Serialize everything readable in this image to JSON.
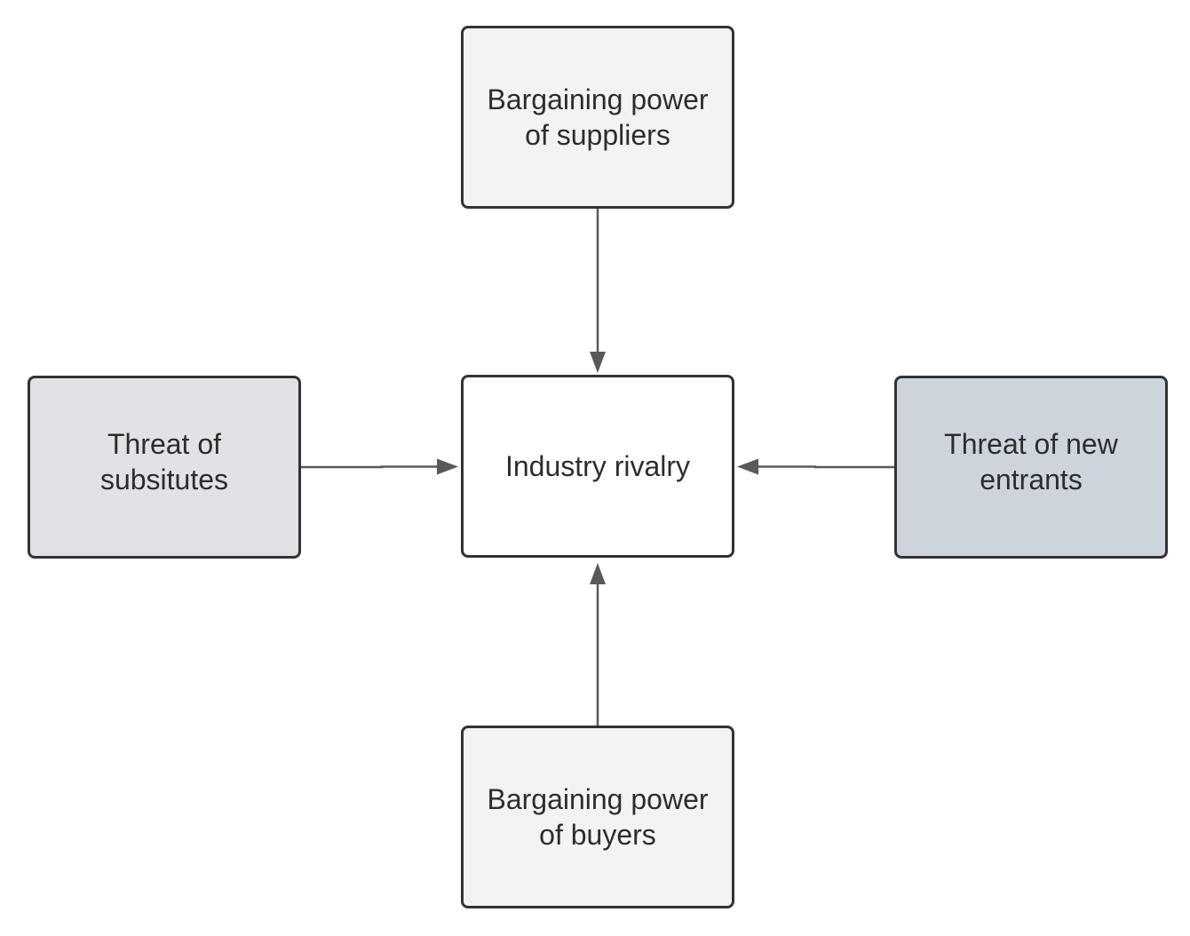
{
  "diagram": {
    "center": {
      "label": "Industry rivalry",
      "fill": "#ffffff"
    },
    "forces": {
      "suppliers": {
        "label": "Bargaining power\nof suppliers",
        "fill": "#f2f3f5"
      },
      "substitutes": {
        "label": "Threat of\nsubsitutes",
        "fill": "#e0e2e6"
      },
      "entrants": {
        "label": "Threat of new\nentrants",
        "fill": "#ced4dc"
      },
      "buyers": {
        "label": "Bargaining power\nof buyers",
        "fill": "#f2f3f5"
      }
    },
    "edges": [
      {
        "from": "suppliers",
        "to": "center"
      },
      {
        "from": "substitutes",
        "to": "center"
      },
      {
        "from": "entrants",
        "to": "center"
      },
      {
        "from": "buyers",
        "to": "center"
      }
    ],
    "colors": {
      "border": "#333333",
      "connector": "#595959",
      "text": "#2d2d2d"
    }
  }
}
